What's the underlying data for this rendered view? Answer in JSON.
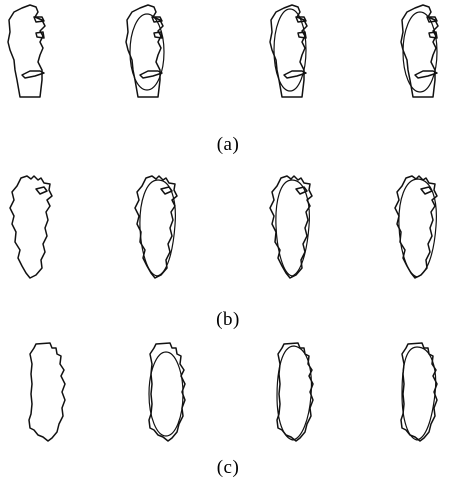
{
  "figure": {
    "rows": [
      {
        "id": "a",
        "caption": "(a)",
        "panels": [
          {
            "shape": "silhouette-with-features",
            "model_overlay": false
          },
          {
            "shape": "silhouette-with-features",
            "model_overlay": true
          },
          {
            "shape": "silhouette-with-features",
            "model_overlay": true
          },
          {
            "shape": "silhouette-with-features",
            "model_overlay": true
          }
        ]
      },
      {
        "id": "b",
        "caption": "(b)",
        "panels": [
          {
            "shape": "jagged-face-outline",
            "model_overlay": false
          },
          {
            "shape": "jagged-face-outline",
            "model_overlay": true
          },
          {
            "shape": "jagged-face-outline",
            "model_overlay": true
          },
          {
            "shape": "jagged-face-outline",
            "model_overlay": true
          }
        ]
      },
      {
        "id": "c",
        "caption": "(c)",
        "panels": [
          {
            "shape": "blocky-head-outline",
            "model_overlay": false
          },
          {
            "shape": "blocky-head-outline",
            "model_overlay": true
          },
          {
            "shape": "blocky-head-outline",
            "model_overlay": true
          },
          {
            "shape": "blocky-head-outline",
            "model_overlay": true
          }
        ]
      }
    ],
    "line_color": "#111111",
    "background": "#ffffff"
  }
}
